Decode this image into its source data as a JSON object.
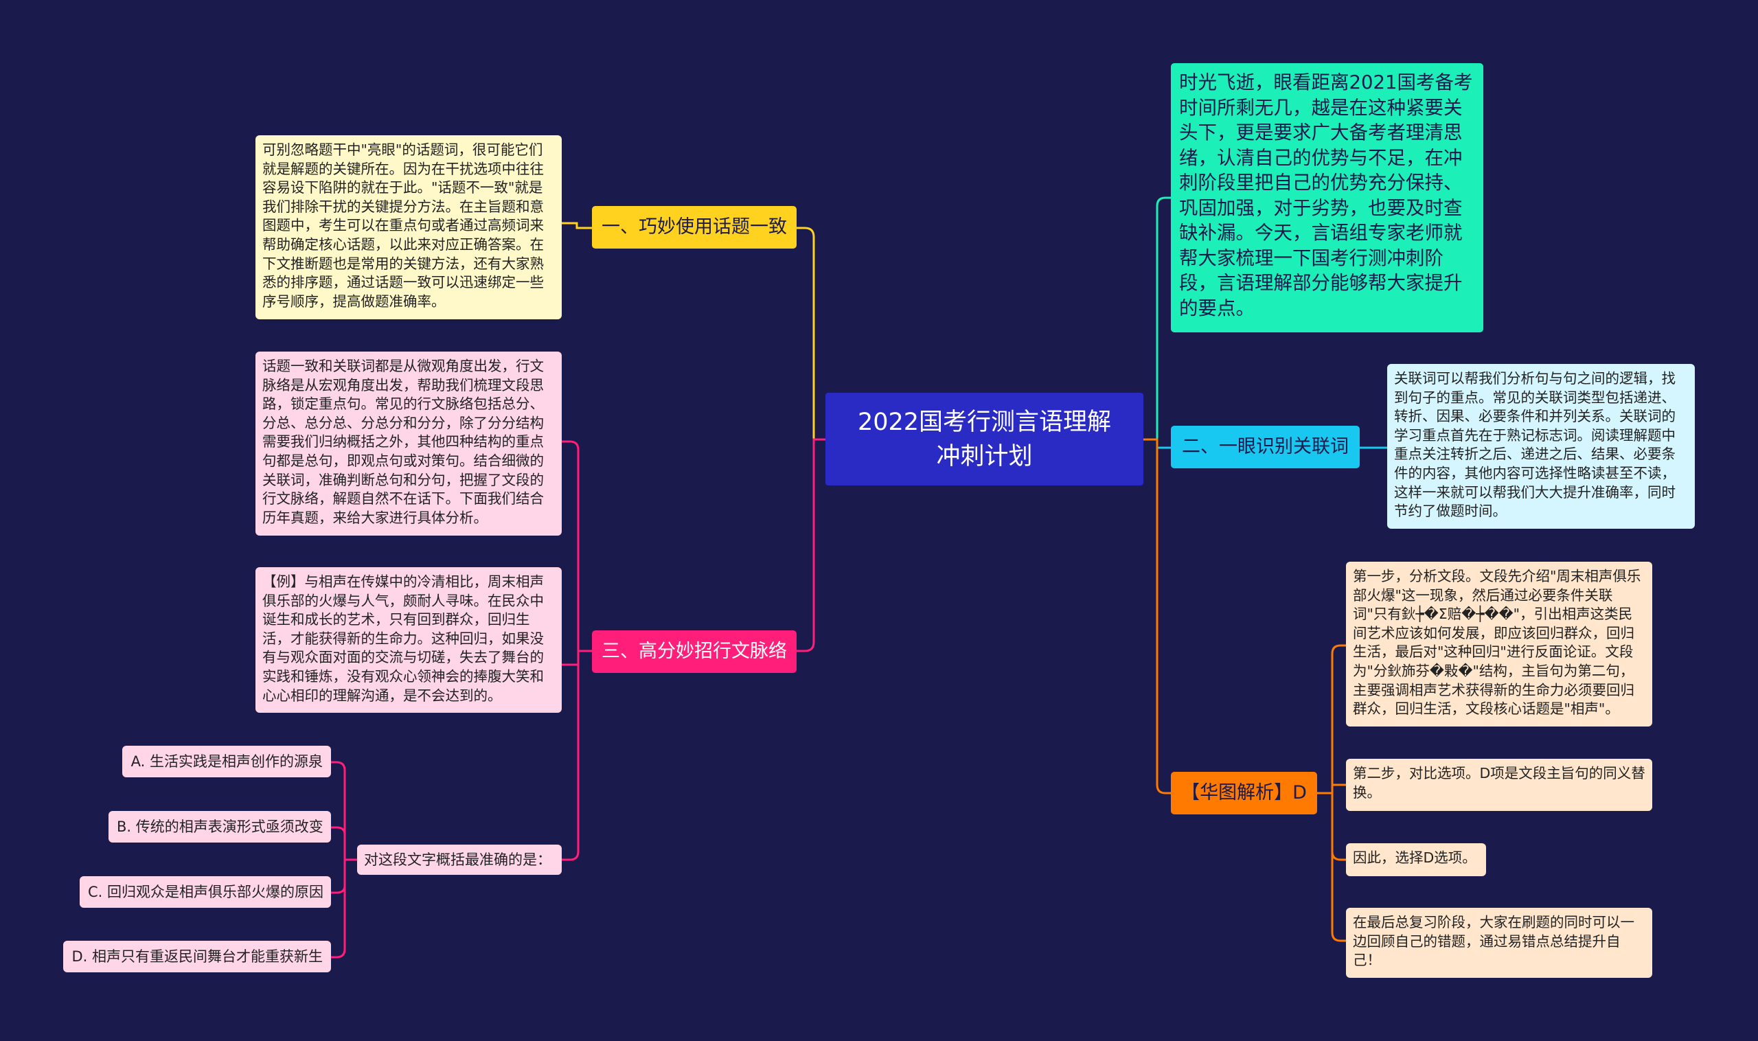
{
  "colors": {
    "background": "#1b1a4c",
    "center": "#2a2ac4",
    "branch_yellow": "#ffd21f",
    "branch_pink": "#ff1e7a",
    "branch_cyan": "#19c8f0",
    "branch_orange": "#ff7a00",
    "intro_teal": "#1cf0b8"
  },
  "center": {
    "title": "2022国考行测言语理解冲刺计划"
  },
  "intro": {
    "text": "时光飞逝，眼看距离2021国考备考时间所剩无几，越是在这种紧要关头下，更是要求广大备考者理清思绪，认清自己的优势与不足，在冲刺阶段里把自己的优势充分保持、巩固加强，对于劣势，也要及时查缺补漏。今天，言语组专家老师就帮大家梳理一下国考行测冲刺阶段，言语理解部分能够帮大家提升的要点。"
  },
  "branches": {
    "one": {
      "label": "一、巧妙使用话题一致",
      "detail": "可别忽略题干中\"亮眼\"的话题词，很可能它们就是解题的关键所在。因为在干扰选项中往往容易设下陷阱的就在于此。\"话题不一致\"就是我们排除干扰的关键提分方法。在主旨题和意图题中，考生可以在重点句或者通过高频词来帮助确定核心话题，以此来对应正确答案。在下文推断题也是常用的关键方法，还有大家熟悉的排序题，通过话题一致可以迅速绑定一些序号顺序，提高做题准确率。"
    },
    "two": {
      "label": "二、一眼识别关联词",
      "detail": "关联词可以帮我们分析句与句之间的逻辑，找到句子的重点。常见的关联词类型包括递进、转折、因果、必要条件和并列关系。关联词的学习重点首先在于熟记标志词。阅读理解题中重点关注转折之后、递进之后、结果、必要条件的内容，其他内容可选择性略读甚至不读，这样一来就可以帮我们大大提升准确率，同时节约了做题时间。"
    },
    "three": {
      "label": "三、高分妙招行文脉络",
      "detail": "话题一致和关联词都是从微观角度出发，行文脉络是从宏观角度出发，帮助我们梳理文段思路，锁定重点句。常见的行文脉络包括总分、分总、总分总、分总分和分分，除了分分结构需要我们归纳概括之外，其他四种结构的重点句都是总句，即观点句或对策句。结合细微的关联词，准确判断总句和分句，把握了文段的行文脉络，解题自然不在话下。下面我们结合历年真题，来给大家进行具体分析。",
      "example": "【例】与相声在传媒中的冷清相比，周末相声俱乐部的火爆与人气，颇耐人寻味。在民众中诞生和成长的艺术，只有回到群众，回归生活，才能获得新的生命力。这种回归，如果没有与观众面对面的交流与切磋，失去了舞台的实践和锤炼，没有观众心领神会的捧腹大笑和心心相印的理解沟通，是不会达到的。",
      "question": "对这段文字概括最准确的是：",
      "options": [
        "A. 生活实践是相声创作的源泉",
        "B. 传统的相声表演形式亟须改变",
        "C. 回归观众是相声俱乐部火爆的原因",
        "D. 相声只有重返民间舞台才能重获新生"
      ]
    },
    "four": {
      "label": "【华图解析】D",
      "steps": [
        "第一步，分析文段。文段先介绍\"周末相声俱乐部火爆\"这一现象，然后通过必要条件关联词\"只有鈥┾�Σ赔�┾��\"，引出相声这类民间艺术应该如何发展，即应该回归群众，回归生活，最后对\"这种回归\"进行反面论证。文段为\"分鈥斾芬�敤�\"结构，主旨句为第二句，主要强调相声艺术获得新的生命力必须要回归群众，回归生活，文段核心话题是\"相声\"。",
        "第二步，对比选项。D项是文段主旨句的同义替换。",
        "因此，选择D选项。",
        "在最后总复习阶段，大家在刷题的同时可以一边回顾自己的错题，通过易错点总结提升自己！"
      ]
    }
  }
}
